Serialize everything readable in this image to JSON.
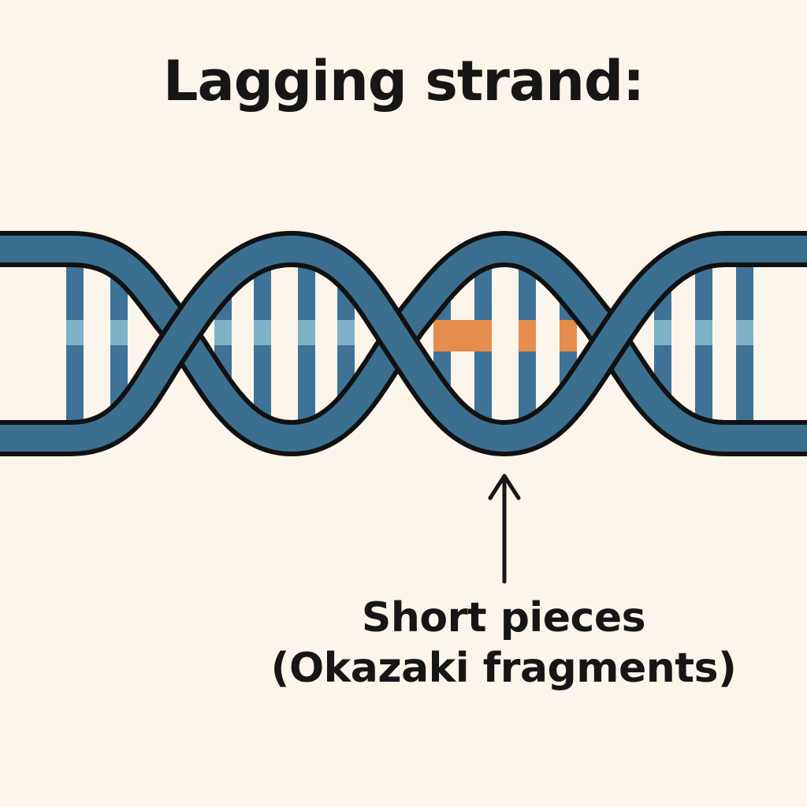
{
  "title": "Lagging strand:",
  "caption": {
    "line1": "Short pieces",
    "line2": "(Okazaki fragments)"
  },
  "colors": {
    "background": "#fbf5ec",
    "backbone": "#3b6f8f",
    "outline": "#111111",
    "rung": "#3e7397",
    "rung_mid": "#7fb2c6",
    "fragment": "#e58d4c",
    "text": "#161616"
  }
}
